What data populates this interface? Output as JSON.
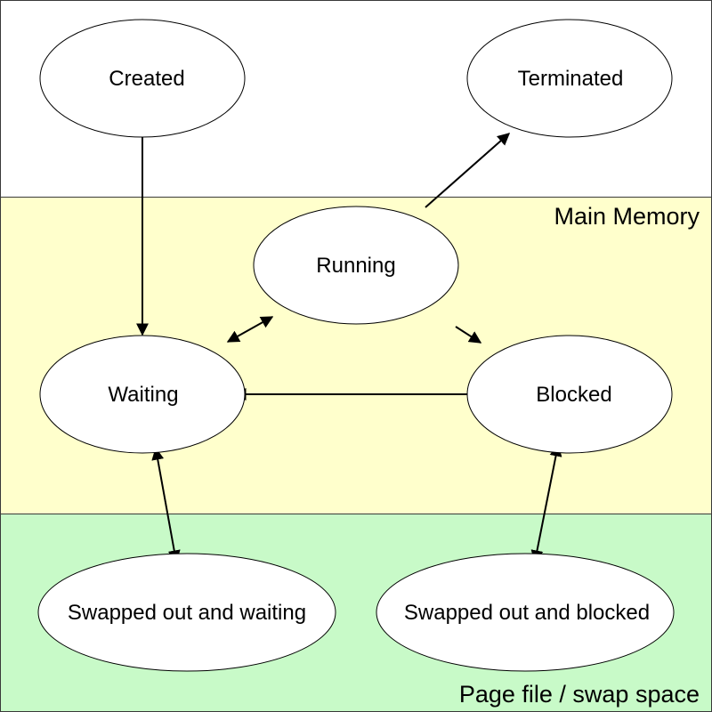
{
  "colors": {
    "top_zone": "#ffffff",
    "main_memory_zone": "#ffffcc",
    "swap_zone": "#c8fac8",
    "node_fill": "#ffffff",
    "stroke": "#000000"
  },
  "zones": {
    "main_memory": "Main Memory",
    "swap": "Page file / swap space"
  },
  "states": {
    "created": "Created",
    "terminated": "Terminated",
    "running": "Running",
    "waiting": "Waiting",
    "blocked": "Blocked",
    "swapped_waiting": "Swapped out and waiting",
    "swapped_blocked": "Swapped out and blocked"
  },
  "transitions": [
    {
      "from": "Created",
      "to": "Waiting",
      "direction": "one-way"
    },
    {
      "from": "Running",
      "to": "Terminated",
      "direction": "one-way"
    },
    {
      "from": "Waiting",
      "to": "Running",
      "direction": "two-way"
    },
    {
      "from": "Running",
      "to": "Blocked",
      "direction": "one-way"
    },
    {
      "from": "Blocked",
      "to": "Waiting",
      "direction": "one-way"
    },
    {
      "from": "Waiting",
      "to": "Swapped out and waiting",
      "direction": "two-way"
    },
    {
      "from": "Blocked",
      "to": "Swapped out and blocked",
      "direction": "two-way"
    }
  ]
}
